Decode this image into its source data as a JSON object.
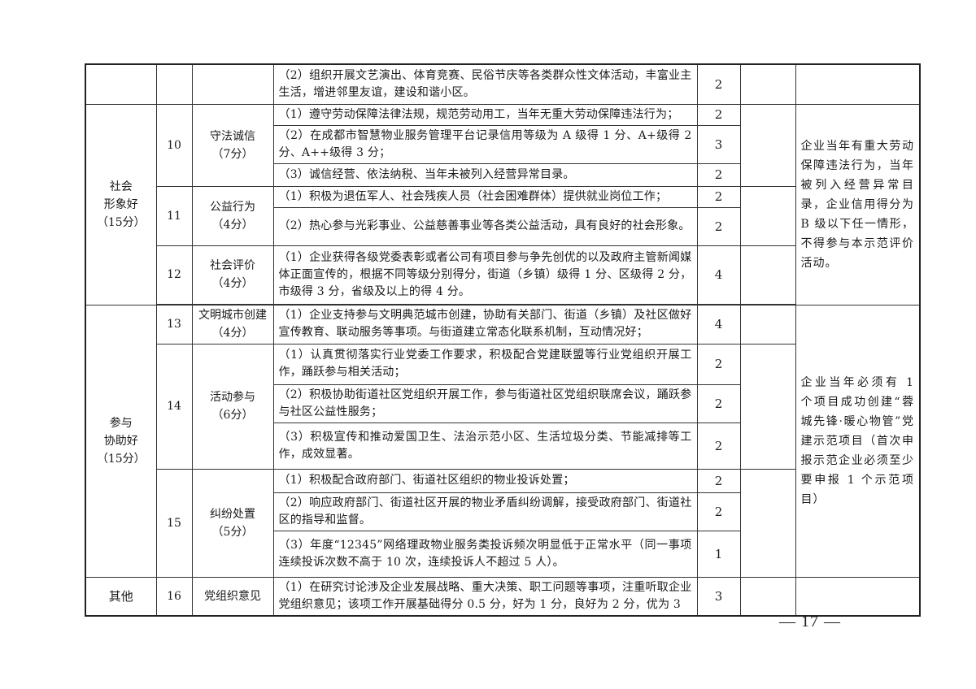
{
  "page_number": "— 17 —",
  "rows": {
    "r0": {
      "desc": "（2）组织开展文艺演出、体育竞赛、民俗节庆等各类群众性文体活动，丰富业主生活，增进邻里友谊，建设和谐小区。",
      "score": "2"
    },
    "cat_social": {
      "line1": "社会",
      "line2": "形象好",
      "line3": "（15分）"
    },
    "cat_participate": {
      "line1": "参与",
      "line2": "协助好",
      "line3": "（15分）"
    },
    "cat_other": {
      "line1": "其他"
    },
    "i10": {
      "no": "10",
      "name1": "守法诚信",
      "name2": "（7分）"
    },
    "i11": {
      "no": "11",
      "name1": "公益行为",
      "name2": "（4分）"
    },
    "i12": {
      "no": "12",
      "name1": "社会评价",
      "name2": "（4分）"
    },
    "i13": {
      "no": "13",
      "name1": "文明城市创建",
      "name2": "（4分）"
    },
    "i14": {
      "no": "14",
      "name1": "活动参与",
      "name2": "（6分）"
    },
    "i15": {
      "no": "15",
      "name1": "纠纷处置",
      "name2": "（5分）"
    },
    "i16": {
      "no": "16",
      "name1": "党组织意见"
    },
    "d10a": {
      "desc": "（1）遵守劳动保障法律法规，规范劳动用工，当年无重大劳动保障违法行为；",
      "score": "2"
    },
    "d10b": {
      "desc": "（2）在成都市智慧物业服务管理平台记录信用等级为 A 级得 1 分、A+级得 2 分、A++级得 3 分；",
      "score": "3"
    },
    "d10c": {
      "desc": "（3）诚信经营、依法纳税、当年未被列入经营异常目录。",
      "score": "2"
    },
    "d11a": {
      "desc": "（1）积极为退伍军人、社会残疾人员（社会困难群体）提供就业岗位工作；",
      "score": "2"
    },
    "d11b": {
      "desc": "（2）热心参与光彩事业、公益慈善事业等各类公益活动，具有良好的社会形象。",
      "score": "2"
    },
    "d12a": {
      "desc": "（1）企业获得各级党委表彰或者公司有项目参与争先创优的以及政府主管新闻媒体正面宣传的，根据不同等级分别得分，街道（乡镇）级得 1 分、区级得 2 分，市级得 3 分，省级及以上的得 4 分。",
      "score": "4"
    },
    "d13a": {
      "desc": "（1）企业支持参与文明典范城市创建，协助有关部门、街道（乡镇）及社区做好宣传教育、联动服务等事项。与街道建立常态化联系机制，互动情况好；",
      "score": "4"
    },
    "d14a": {
      "desc": "（1）认真贯彻落实行业党委工作要求，积极配合党建联盟等行业党组织开展工作，踊跃参与相关活动；",
      "score": "2"
    },
    "d14b": {
      "desc": "（2）积极协助街道社区党组织开展工作，参与街道社区党组织联席会议，踊跃参与社区公益性服务；",
      "score": "2"
    },
    "d14c": {
      "desc": "（3）积极宣传和推动爱国卫生、法治示范小区、生活垃圾分类、节能减排等工作，成效显著。",
      "score": "2"
    },
    "d15a": {
      "desc": "（1）积极配合政府部门、街道社区组织的物业投诉处置；",
      "score": "2"
    },
    "d15b": {
      "desc": "（2）响应政府部门、街道社区开展的物业矛盾纠纷调解，接受政府部门、街道社区的指导和监督。",
      "score": "2"
    },
    "d15c": {
      "desc": "（3）年度“12345”网络理政物业服务类投诉频次明显低于正常水平（同一事项连续投诉次数不高于 10 次，连续投诉人不超过 5 人）。",
      "score": "1"
    },
    "d16a": {
      "desc": "（1）在研究讨论涉及企业发展战略、重大决策、职工问题等事项，注重听取企业党组织意见；该项工作开展基础得分 0.5 分，好为 1 分，良好为 2 分，优为 3",
      "score": "3"
    }
  },
  "remarks": {
    "social": "企业当年有重大劳动保障违法行为，当年被列入经营异常目录，企业信用得分为 B 级以下任一情形，不得参与本示范评价活动。",
    "participate": "企业当年必须有 1 个项目成功创建“蓉城先锋·暖心物管”党建示范项目（首次申报示范企业必须至少要申报 1 个示范项目）"
  }
}
